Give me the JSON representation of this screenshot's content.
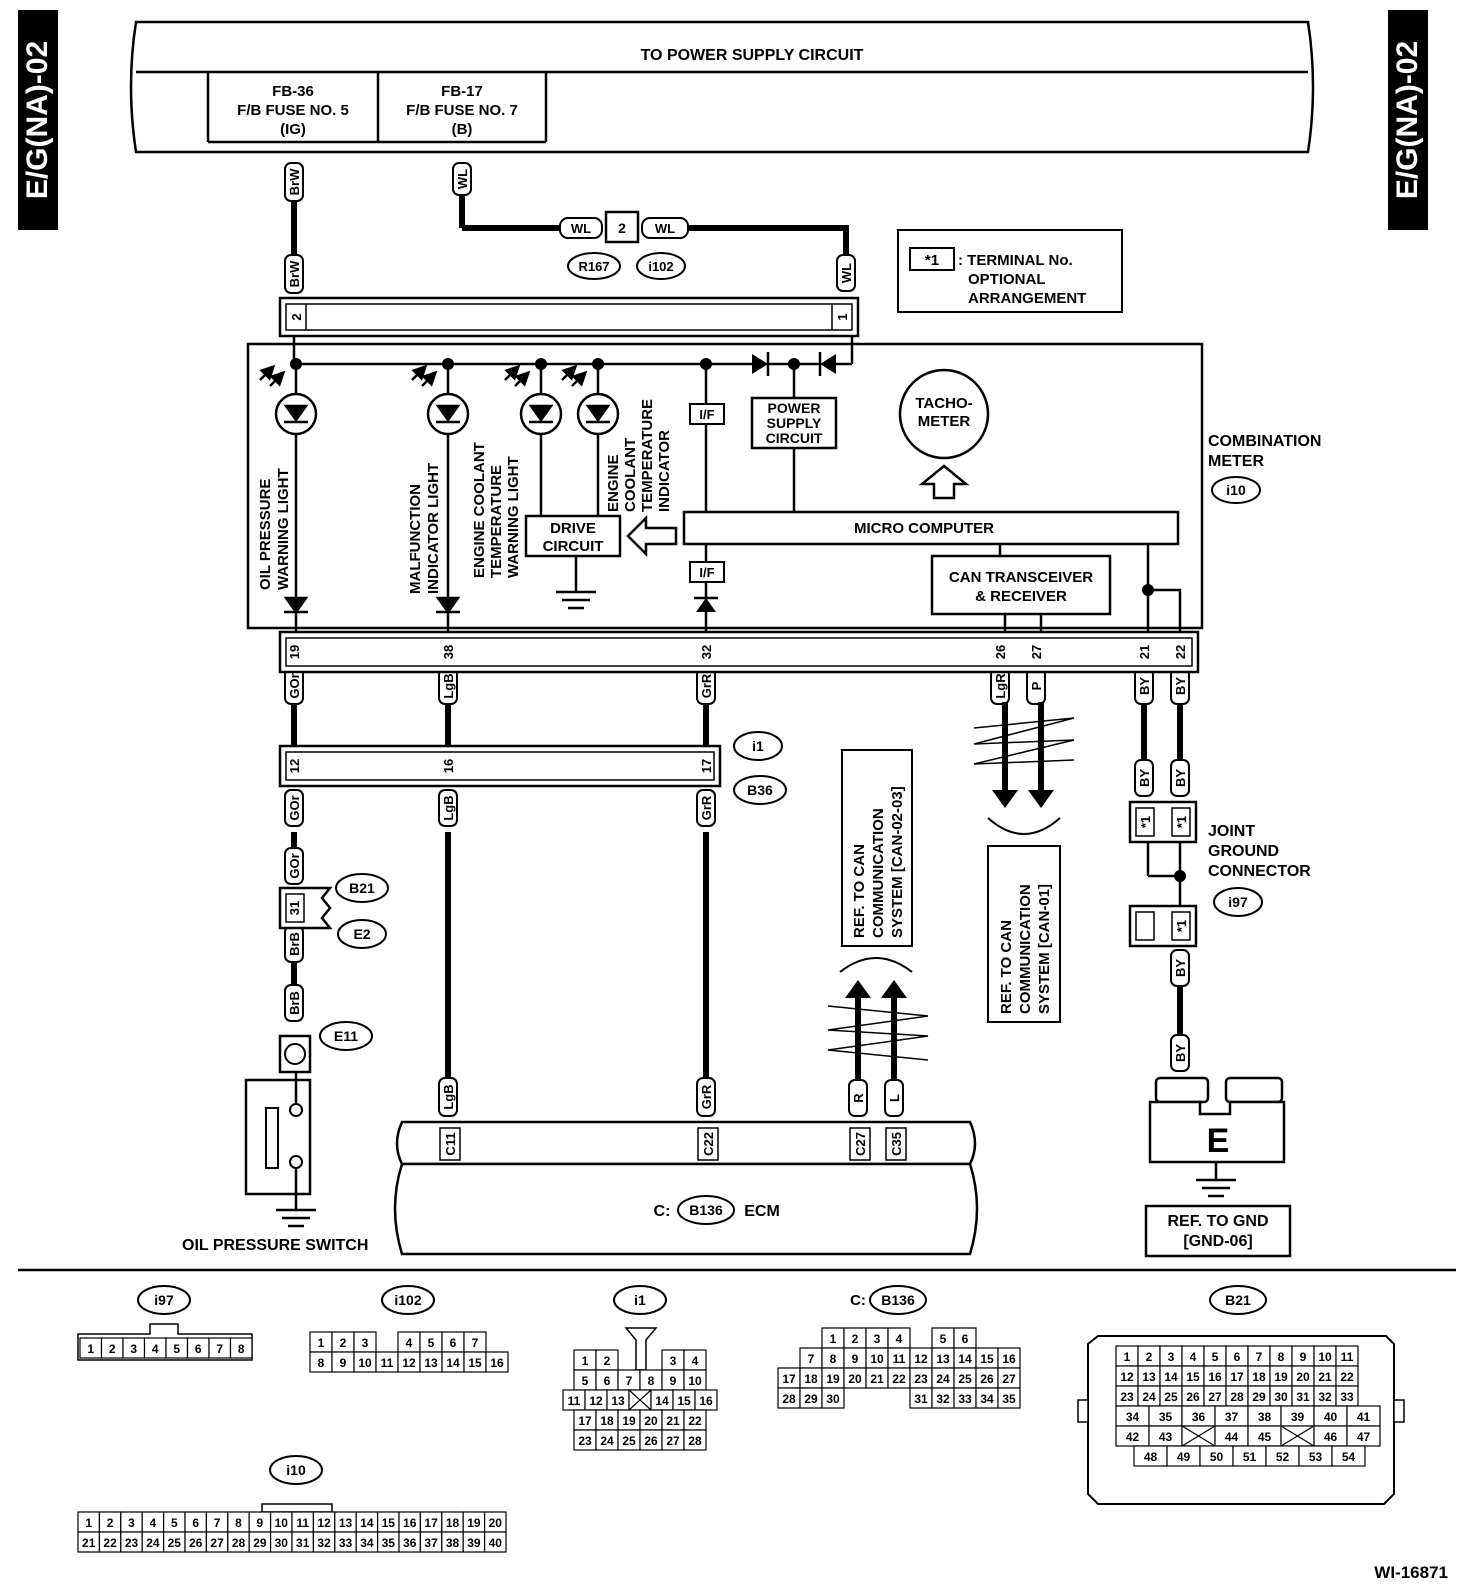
{
  "side_tab": "E/G(NA)-02",
  "power_supply": "TO POWER SUPPLY CIRCUIT",
  "fuses": [
    {
      "id": "FB-36",
      "name": "F/B FUSE NO. 5",
      "type": "(IG)"
    },
    {
      "id": "FB-17",
      "name": "F/B FUSE NO. 7",
      "type": "(B)"
    }
  ],
  "wires": {
    "brw": "BrW",
    "wl": "WL",
    "gor": "GOr",
    "lgb": "LgB",
    "grr": "GrR",
    "lgr": "LgR",
    "p": "P",
    "by": "BY",
    "brb": "BrB",
    "r": "R",
    "l": "L"
  },
  "pins": {
    "p1": "1",
    "p2": "2",
    "p19": "19",
    "p38": "38",
    "p32": "32",
    "p26": "26",
    "p27": "27",
    "p21": "21",
    "p22": "22",
    "p12": "12",
    "p16": "16",
    "p17": "17",
    "p31": "31",
    "c11": "C11",
    "c22": "C22",
    "c27": "C27",
    "c35": "C35",
    "star1": "*1"
  },
  "connectors": {
    "r167": "R167",
    "i102": "i102",
    "i10": "i10",
    "i1": "i1",
    "b36": "B36",
    "b21": "B21",
    "e2": "E2",
    "e11": "E11",
    "i97": "i97",
    "b136": "B136"
  },
  "legend": {
    "key": "*1",
    "lines": [
      ": TERMINAL No.",
      "OPTIONAL",
      "ARRANGEMENT"
    ]
  },
  "combination_meter": {
    "label": [
      "COMBINATION",
      "METER"
    ]
  },
  "meter_parts": {
    "oil_light": [
      "OIL PRESSURE",
      "WARNING LIGHT"
    ],
    "mil": [
      "MALFUNCTION",
      "INDICATOR LIGHT"
    ],
    "ect_light": [
      "ENGINE COOLANT",
      "TEMPERATURE",
      "WARNING LIGHT"
    ],
    "ect_indicator": [
      "ENGINE",
      "COOLANT",
      "TEMPERATURE",
      "INDICATOR"
    ],
    "drive_circuit": [
      "DRIVE",
      "CIRCUIT"
    ],
    "if": "I/F",
    "power_supply_circuit": [
      "POWER",
      "SUPPLY",
      "CIRCUIT"
    ],
    "tachometer": [
      "TACHO-",
      "METER"
    ],
    "micro_computer": "MICRO COMPUTER",
    "can": [
      "CAN TRANSCEIVER",
      "& RECEIVER"
    ]
  },
  "references": {
    "can03": [
      "REF. TO CAN",
      "COMMUNICATION",
      "SYSTEM [CAN-02-03]"
    ],
    "can01": [
      "REF. TO CAN",
      "COMMUNICATION",
      "SYSTEM [CAN-01]"
    ],
    "gnd": [
      "REF. TO GND",
      "[GND-06]"
    ]
  },
  "joint_ground": [
    "JOINT",
    "GROUND",
    "CONNECTOR"
  ],
  "ground_e": "E",
  "ecm_prefix": "C:",
  "ecm_label": "ECM",
  "oil_switch": "OIL PRESSURE SWITCH",
  "figure_id": "WI-16871",
  "pinouts": {
    "i97": {
      "label": "i97",
      "rows": [
        [
          "1",
          "2",
          "3",
          "4",
          "5",
          "6",
          "7",
          "8"
        ]
      ]
    },
    "i102": {
      "label": "i102",
      "rows": [
        [
          "1",
          "2",
          "3",
          "",
          "4",
          "5",
          "6",
          "7"
        ],
        [
          "8",
          "9",
          "10",
          "11",
          "12",
          "13",
          "14",
          "15",
          "16"
        ]
      ]
    },
    "i1": {
      "label": "i1",
      "rows": [
        [
          "1",
          "2",
          "",
          "",
          "3",
          "4"
        ],
        [
          "5",
          "6",
          "7",
          "8",
          "9",
          "10"
        ],
        [
          "11",
          "12",
          "13",
          "X",
          "14",
          "15",
          "16"
        ],
        [
          "17",
          "18",
          "19",
          "20",
          "21",
          "22"
        ],
        [
          "23",
          "24",
          "25",
          "26",
          "27",
          "28"
        ]
      ]
    },
    "b136": {
      "prefix": "C:",
      "label": "B136",
      "rows": [
        [
          "1",
          "2",
          "3",
          "4",
          "",
          "5",
          "6"
        ],
        [
          "7",
          "8",
          "9",
          "10",
          "11",
          "12",
          "13",
          "14",
          "15",
          "16"
        ],
        [
          "17",
          "18",
          "19",
          "20",
          "21",
          "22",
          "23",
          "24",
          "25",
          "26",
          "27"
        ],
        [
          "28",
          "29",
          "30",
          "",
          "",
          "",
          "31",
          "32",
          "33",
          "34",
          "35"
        ]
      ]
    },
    "b21": {
      "label": "B21",
      "rows": [
        [
          "1",
          "2",
          "3",
          "4",
          "5",
          "6",
          "7",
          "8",
          "9",
          "10",
          "11"
        ],
        [
          "12",
          "13",
          "14",
          "15",
          "16",
          "17",
          "18",
          "19",
          "20",
          "21",
          "22"
        ],
        [
          "23",
          "24",
          "25",
          "26",
          "27",
          "28",
          "29",
          "30",
          "31",
          "32",
          "33"
        ],
        [
          "34",
          "35",
          "36",
          "37",
          "38",
          "39",
          "40",
          "41"
        ],
        [
          "42",
          "43",
          "X",
          "44",
          "45",
          "X",
          "46",
          "47"
        ],
        [
          "48",
          "49",
          "50",
          "51",
          "52",
          "53",
          "54"
        ]
      ]
    },
    "i10": {
      "label": "i10",
      "rows": [
        [
          "1",
          "2",
          "3",
          "4",
          "5",
          "6",
          "7",
          "8",
          "9",
          "10",
          "11",
          "12",
          "13",
          "14",
          "15",
          "16",
          "17",
          "18",
          "19",
          "20"
        ],
        [
          "21",
          "22",
          "23",
          "24",
          "25",
          "26",
          "27",
          "28",
          "29",
          "30",
          "31",
          "32",
          "33",
          "34",
          "35",
          "36",
          "37",
          "38",
          "39",
          "40"
        ]
      ]
    }
  }
}
